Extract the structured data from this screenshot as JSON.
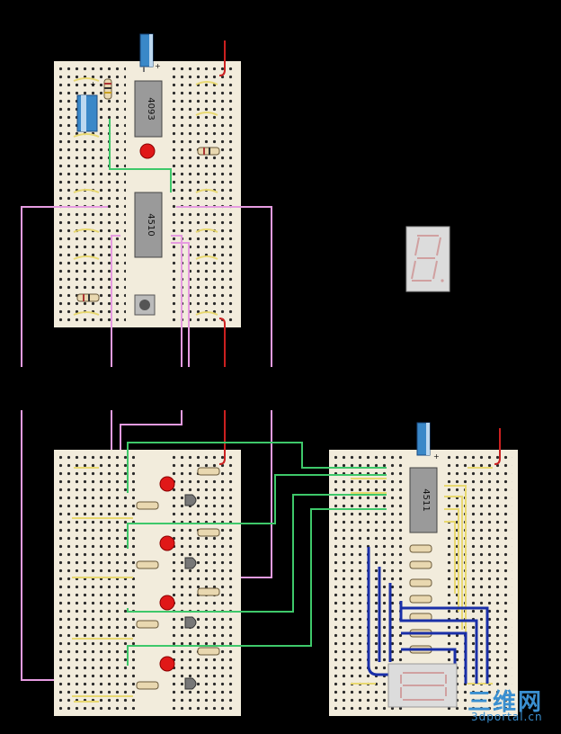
{
  "chips": {
    "board1_top": "4093",
    "board1_mid": "4510",
    "board3_decoder": "4511"
  },
  "watermark": {
    "cn": "三维网",
    "en": "3dportal.cn"
  },
  "colors": {
    "background": "#000000",
    "board": "#f2ecdc",
    "hole": "#2a2a2a",
    "chip": "#9a9a9a",
    "wire_pink": "#e59be0",
    "wire_green": "#3ec86a",
    "wire_blue": "#1a2fa8",
    "wire_yellow": "#e8d870",
    "wire_red": "#cc2020",
    "led_red": "#e01818",
    "capacitor": "#3a88c8"
  }
}
